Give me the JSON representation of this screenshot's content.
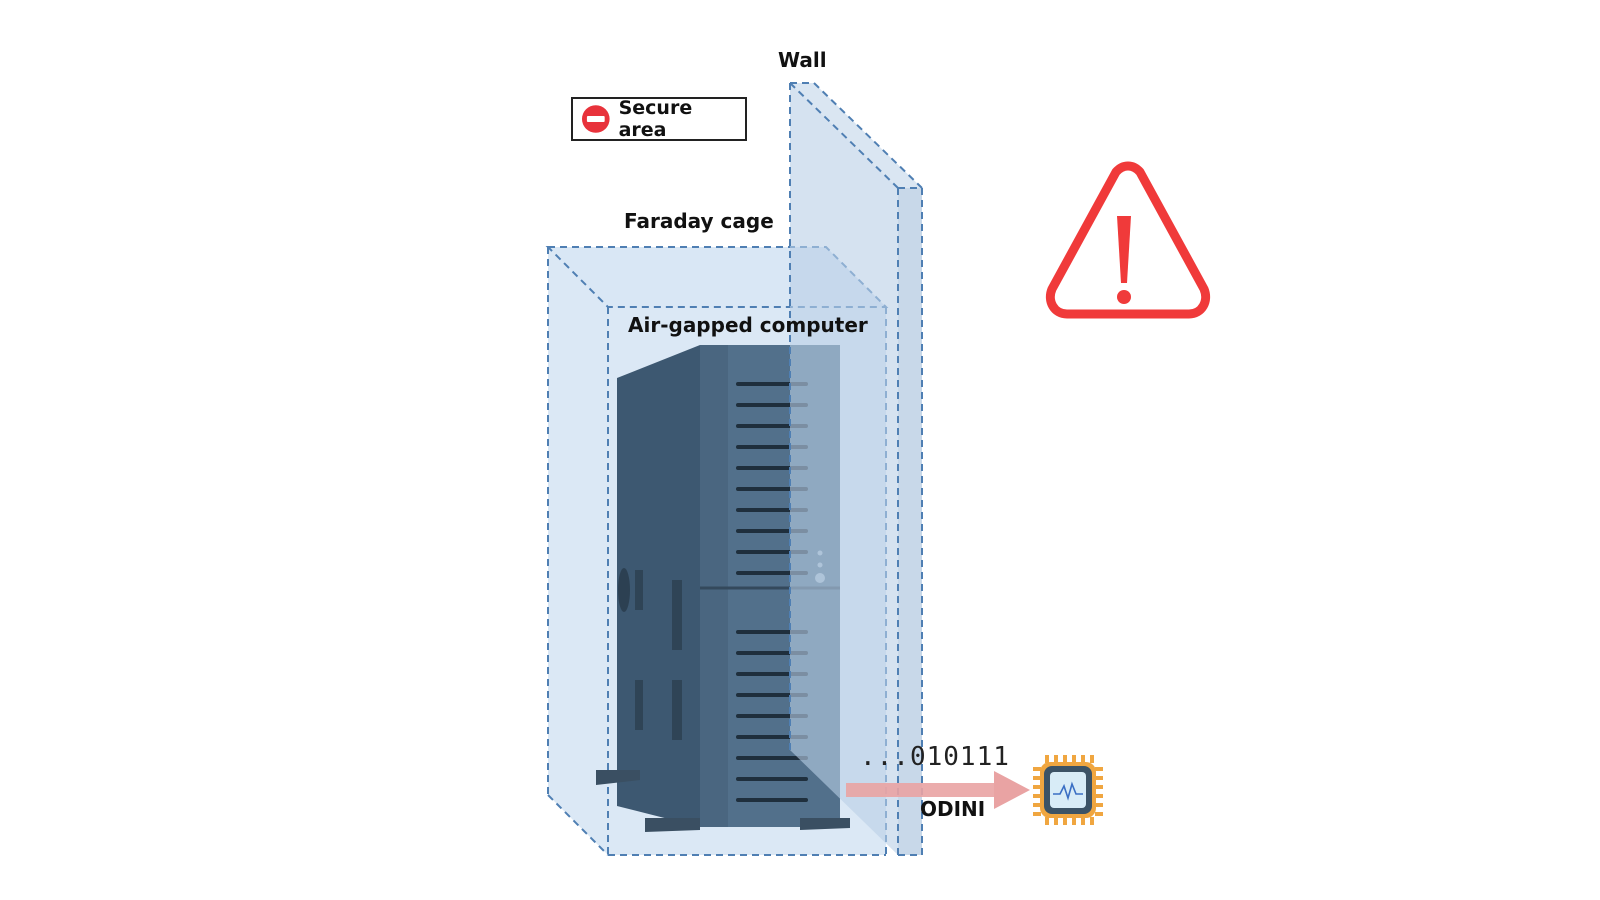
{
  "labels": {
    "wall": "Wall",
    "secure_area": "Secure area",
    "faraday_cage": "Faraday cage",
    "air_gapped_computer": "Air-gapped computer",
    "bits": "...010111",
    "odini": "ODINI"
  },
  "colors": {
    "cage_fill": "#c7dcef",
    "cage_stroke": "#4f7fb3",
    "wall_fill": "#b9cfe6",
    "computer_body": "#4c6a85",
    "computer_dark": "#3a556d",
    "arrow": "#e9a3a3",
    "warning": "#f03a3a",
    "no_entry": "#e8323b",
    "chip_orange": "#f0a640",
    "chip_body": "#3c5366"
  },
  "icons": [
    "no-entry-icon",
    "warning-icon",
    "chip-icon",
    "computer-tower-icon"
  ]
}
